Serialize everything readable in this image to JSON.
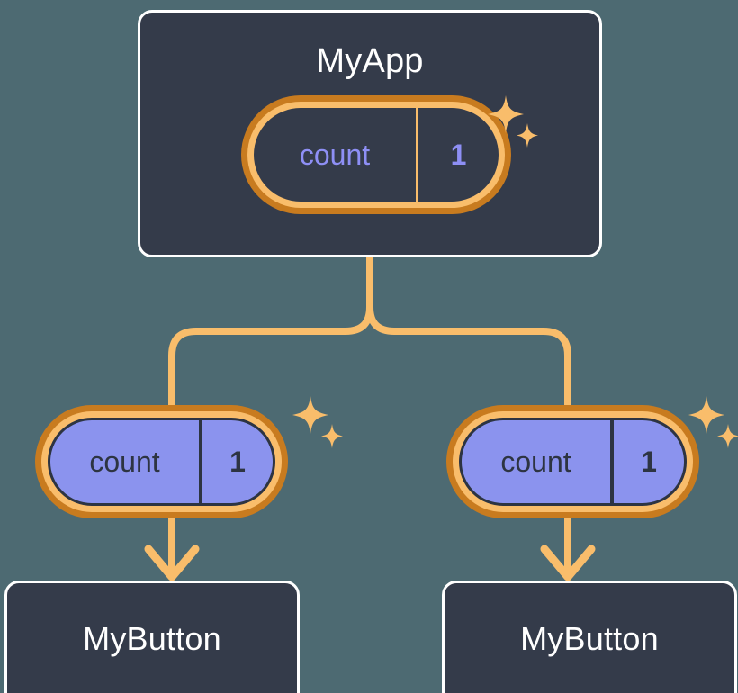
{
  "diagram": {
    "title_semantics": "react-state-propagation-tree",
    "colors": {
      "background": "#4d6a72",
      "node_fill": "#343b4a",
      "node_border": "#ffffff",
      "ring_outer": "#c87b1f",
      "ring_inner": "#f9bd6b",
      "pill_child_fill": "#8b93ee",
      "pill_text_purple": "#8e8ff5",
      "pill_text_dark": "#2d3442",
      "wire": "#f9bd6b",
      "sparkle": "#f9bd6b"
    },
    "nodes": {
      "root": {
        "label": "MyApp",
        "state": {
          "key": "count",
          "value": "1"
        }
      },
      "children": [
        {
          "label": "MyButton",
          "state": {
            "key": "count",
            "value": "1"
          }
        },
        {
          "label": "MyButton",
          "state": {
            "key": "count",
            "value": "1"
          }
        }
      ]
    },
    "icons": {
      "sparkle_large": "sparkle-icon",
      "sparkle_small": "sparkle-icon",
      "arrow": "arrow-down-icon"
    }
  }
}
